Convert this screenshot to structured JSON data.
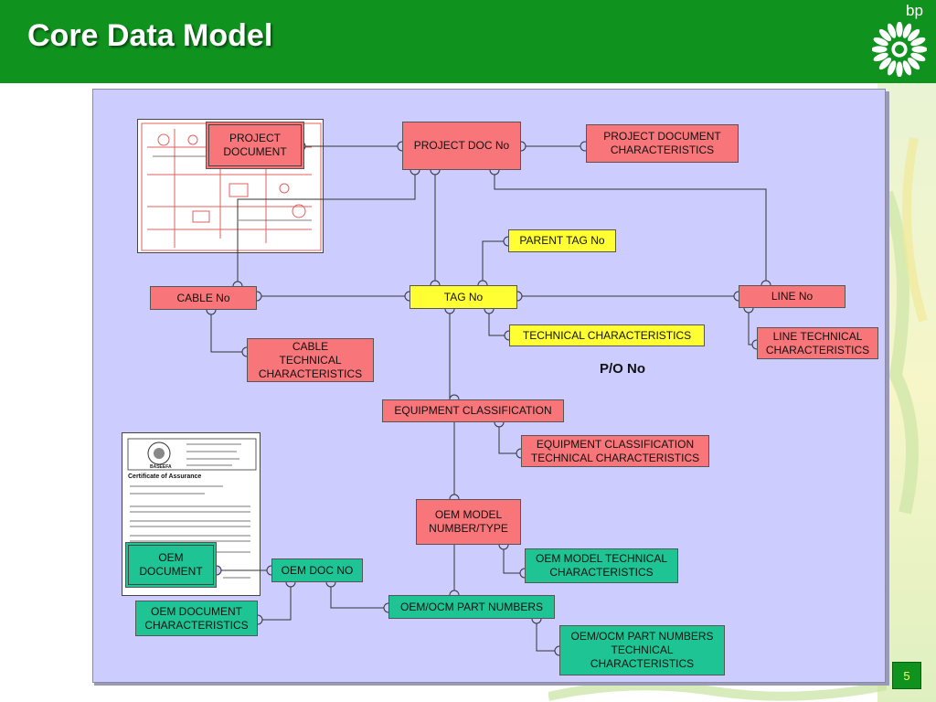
{
  "header": {
    "title": "Core Data Model",
    "brand": "bp"
  },
  "colors": {
    "header_green": "#10921f",
    "panel": "#ccccff",
    "red": "#f8767a",
    "yellow": "#ffff33",
    "teal": "#1fc495"
  },
  "diagram": {
    "project_document": "PROJECT\nDOCUMENT",
    "project_doc_no": "PROJECT DOC No",
    "project_doc_chars": "PROJECT DOCUMENT\nCHARACTERISTICS",
    "parent_tag_no": "PARENT TAG No",
    "cable_no": "CABLE No",
    "tag_no": "TAG No",
    "line_no": "LINE No",
    "technical_chars": "TECHNICAL CHARACTERISTICS",
    "cable_tech_chars": "CABLE\nTECHNICAL\nCHARACTERISTICS",
    "line_tech_chars": "LINE TECHNICAL\nCHARACTERISTICS",
    "po_no": "P/O No",
    "equipment_class": "EQUIPMENT CLASSIFICATION",
    "equipment_class_chars": "EQUIPMENT CLASSIFICATION\nTECHNICAL CHARACTERISTICS",
    "oem_model": "OEM MODEL\nNUMBER/TYPE",
    "oem_model_chars": "OEM MODEL TECHNICAL\nCHARACTERISTICS",
    "oem_document": "OEM\nDOCUMENT",
    "oem_doc_no": "OEM DOC NO",
    "oem_document_chars": "OEM DOCUMENT\nCHARACTERISTICS",
    "oem_part_numbers": "OEM/OCM PART NUMBERS",
    "oem_part_chars": "OEM/OCM PART NUMBERS\nTECHNICAL\nCHARACTERISTICS"
  },
  "certificate": {
    "heading": "Certificate of Assurance",
    "issuer": "BASEEFA"
  },
  "footer": {
    "page_number": "5"
  }
}
